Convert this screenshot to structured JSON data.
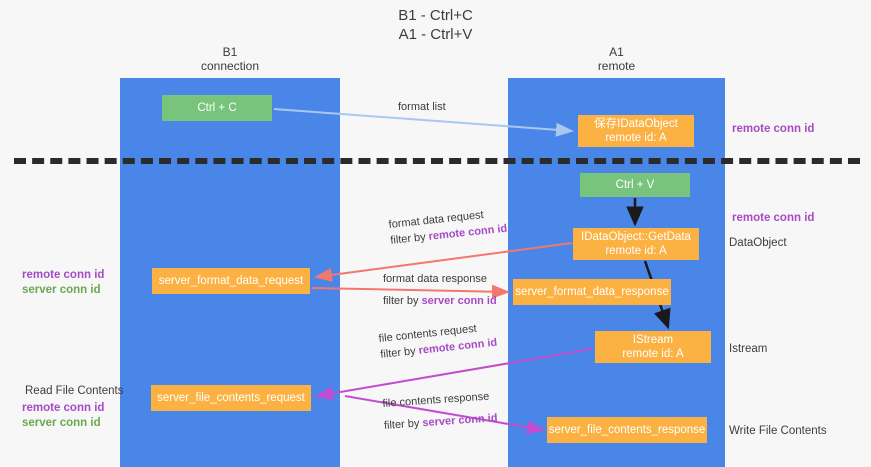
{
  "title": {
    "line1": "B1 - Ctrl+C",
    "line2": "A1 - Ctrl+V"
  },
  "lanes": [
    {
      "id": "b1",
      "name": "B1",
      "role": "connection",
      "color": "#4a86e8"
    },
    {
      "id": "a1",
      "name": "A1",
      "role": "remote",
      "color": "#4a86e8"
    }
  ],
  "nodes": {
    "ctrl_c": {
      "label": "Ctrl + C",
      "color": "#78c47d"
    },
    "idataobject": {
      "label": "保存IDataObject",
      "sub": "remote id: A",
      "color": "#fcb143"
    },
    "ctrl_v": {
      "label": "Ctrl + V",
      "color": "#78c47d"
    },
    "getdata": {
      "label": "IDataObject::GetData",
      "sub": "remote id: A",
      "color": "#fcb143"
    },
    "server_format_data_request": {
      "label": "server_format_data_request",
      "color": "#fcb143"
    },
    "server_format_data_response": {
      "label": "server_format_data_response",
      "color": "#fcb143"
    },
    "istream": {
      "label": "IStream",
      "sub": "remote id: A",
      "color": "#fcb143"
    },
    "server_file_contents_request": {
      "label": "server_file_contents_request",
      "color": "#fcb143"
    },
    "server_file_contents_response": {
      "label": "server_file_contents_response",
      "color": "#fcb143"
    }
  },
  "edge_labels": {
    "format_list": "format list",
    "format_data_request": "format data request",
    "format_data_request_filter_prefix": "filter by ",
    "format_data_request_filter_key": "remote conn id",
    "format_data_response": "format data response",
    "format_data_response_filter_prefix": "filter by ",
    "format_data_response_filter_key": "server conn id",
    "file_contents_request": "file contents request",
    "file_contents_request_filter_prefix": "filter by ",
    "file_contents_request_filter_key": "remote conn id",
    "file_contents_response": "file contents response",
    "file_contents_response_filter_prefix": "filter by ",
    "file_contents_response_filter_key": "server conn id"
  },
  "side_labels": {
    "right_remote_conn_id_top": "remote conn id",
    "right_remote_conn_id_mid": "remote conn id",
    "dataobject": "DataObject",
    "istream": "Istream",
    "write_file_contents": "Write File Contents",
    "left_remote_conn_id_mid": "remote conn id",
    "left_server_conn_id_mid": "server conn id",
    "read_file_contents": "Read File Contents",
    "left_remote_conn_id_bottom": "remote conn id",
    "left_server_conn_id_bottom": "server conn id"
  },
  "colors": {
    "lane": "#4a86e8",
    "node_green": "#78c47d",
    "node_orange": "#fcb143",
    "key_purple": "#a64bc4",
    "key_green": "#6aa84f",
    "arrow_blue": "#a8c8ee",
    "arrow_red": "#f2776f",
    "arrow_magenta": "#c24bd0",
    "arrow_black": "#1a1a1a",
    "divider": "#2b2b2b",
    "background": "#f7f7f7"
  }
}
